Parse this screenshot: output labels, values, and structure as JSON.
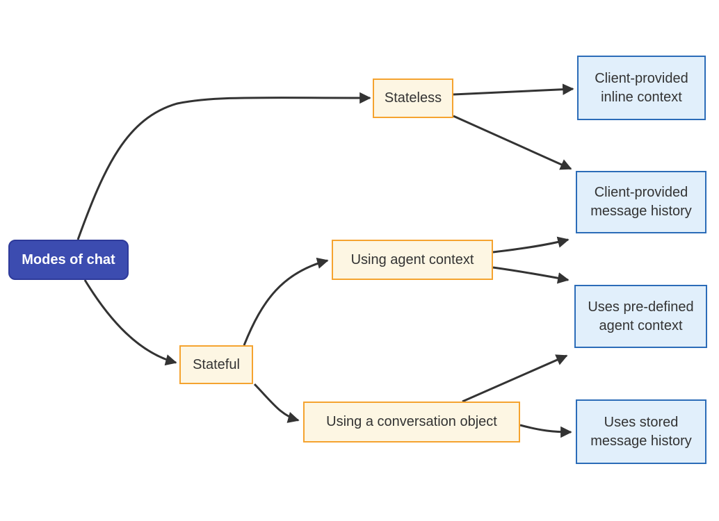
{
  "diagram": {
    "title": "Modes of chat",
    "type": "flowchart-left-to-right"
  },
  "nodes": {
    "modes_of_chat": {
      "label": "Modes of chat",
      "role": "root"
    },
    "stateless": {
      "label": "Stateless",
      "role": "branch"
    },
    "stateful": {
      "label": "Stateful",
      "role": "branch"
    },
    "using_agent_context": {
      "label": "Using agent context",
      "role": "branch"
    },
    "using_conversation_object": {
      "label": "Using a conversation object",
      "role": "branch"
    },
    "client_inline_context": {
      "label": "Client-provided\ninline context",
      "role": "leaf"
    },
    "client_message_history": {
      "label": "Client-provided\nmessage history",
      "role": "leaf"
    },
    "predefined_agent_context": {
      "label": "Uses pre-defined\nagent context",
      "role": "leaf"
    },
    "stored_message_history": {
      "label": "Uses stored\nmessage history",
      "role": "leaf"
    }
  },
  "edges": [
    {
      "from": "modes_of_chat",
      "to": "stateless"
    },
    {
      "from": "modes_of_chat",
      "to": "stateful"
    },
    {
      "from": "stateless",
      "to": "client_inline_context"
    },
    {
      "from": "stateless",
      "to": "client_message_history"
    },
    {
      "from": "stateful",
      "to": "using_agent_context"
    },
    {
      "from": "stateful",
      "to": "using_conversation_object"
    },
    {
      "from": "using_agent_context",
      "to": "client_message_history"
    },
    {
      "from": "using_agent_context",
      "to": "predefined_agent_context"
    },
    {
      "from": "using_conversation_object",
      "to": "predefined_agent_context"
    },
    {
      "from": "using_conversation_object",
      "to": "stored_message_history"
    }
  ],
  "colors": {
    "edge": "#333333",
    "root_fill": "#3c4cb0",
    "root_border": "#2e3a9a",
    "root_text": "#ffffff",
    "branch_fill": "#fdf6e3",
    "branch_border": "#f5a32f",
    "leaf_fill": "#e1effb",
    "leaf_border": "#2b6cb8",
    "node_text": "#333333",
    "background": "#ffffff"
  }
}
